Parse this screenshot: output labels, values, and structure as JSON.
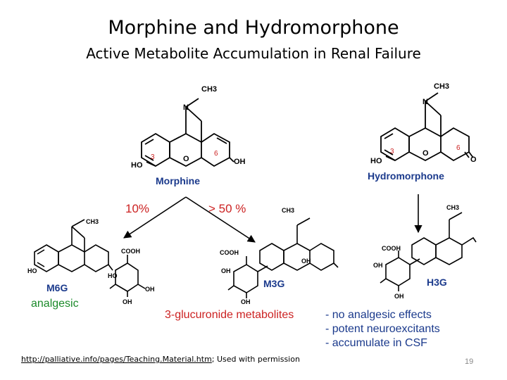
{
  "slide": {
    "title": "Morphine and Hydromorphone",
    "subtitle": "Active Metabolite Accumulation in Renal Failure",
    "source_link": "http://palliative.info/pages/Teaching.Material.htm",
    "source_suffix": "; Used with permission",
    "slide_number": "19"
  },
  "diagram": {
    "colors": {
      "bond": "#000000",
      "label": "#1b3a8c",
      "percent": "#cc2222",
      "position": "#cc2222",
      "body": "#111111"
    },
    "morphine": {
      "name": "Morphine",
      "ch3": "CH3",
      "n": "N",
      "ho": "HO",
      "o": "O",
      "oh": "OH",
      "pos3": "3",
      "pos6": "6"
    },
    "hydromorphone": {
      "name": "Hydromorphone",
      "ch3": "CH3",
      "n": "N",
      "ho": "HO",
      "o": "O",
      "pos3": "3",
      "pos6": "6"
    },
    "pct_m6g": "10%",
    "pct_m3g": "> 50 %",
    "m6g": {
      "name": "M6G",
      "desc": "analgesic",
      "ch3": "CH3",
      "ho": "HO",
      "cooh": "COOH",
      "ho_sugar": "HO",
      "oh_sugar": "OH",
      "oh_bottom": "OH"
    },
    "m3g": {
      "name": "M3G",
      "ch3": "CH3",
      "cooh": "COOH",
      "oh": "OH",
      "oh_right": "OH",
      "oh_bottom": "OH"
    },
    "h3g": {
      "name": "H3G",
      "ch3": "CH3",
      "cooh": "COOH",
      "oh": "OH",
      "oh_bottom": "OH"
    },
    "metabolites_label": "3-glucuronide metabolites",
    "effects": [
      "- no analgesic effects",
      "- potent neuroexcitants",
      "- accumulate in CSF"
    ]
  }
}
